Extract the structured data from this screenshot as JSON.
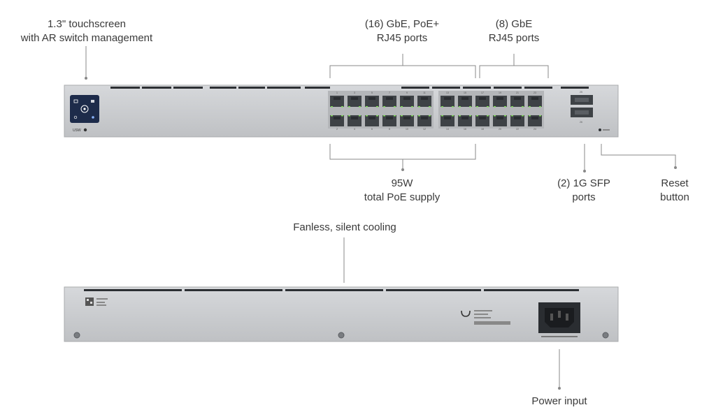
{
  "labels": {
    "touchscreen": {
      "line1": "1.3\" touchscreen",
      "line2": "with AR switch management"
    },
    "poe_ports": {
      "line1": "(16) GbE, PoE+",
      "line2": "RJ45 ports"
    },
    "gbe_ports": {
      "line1": "(8) GbE",
      "line2": "RJ45 ports"
    },
    "poe_supply": {
      "line1": "95W",
      "line2": "total PoE supply"
    },
    "sfp_ports": {
      "line1": "(2) 1G SFP",
      "line2": "ports"
    },
    "reset": {
      "line1": "Reset",
      "line2": "button"
    },
    "cooling": {
      "line1": "Fanless, silent cooling"
    },
    "power": {
      "line1": "Power input"
    }
  },
  "device": {
    "model_badge": "USW",
    "port_numbers_top": [
      "1",
      "3",
      "5",
      "7",
      "9",
      "11",
      "13",
      "15",
      "17",
      "19",
      "21",
      "23"
    ],
    "port_numbers_bottom": [
      "2",
      "4",
      "6",
      "8",
      "10",
      "12",
      "14",
      "16",
      "18",
      "20",
      "22",
      "24"
    ],
    "sfp_numbers": [
      "25",
      "26"
    ]
  },
  "colors": {
    "chassis": "#c9cbce",
    "chassis_edge": "#a9abae",
    "port": "#3e4246",
    "port_led": "#7ed957",
    "leader": "#888888",
    "screen": "#1d2b4a"
  }
}
